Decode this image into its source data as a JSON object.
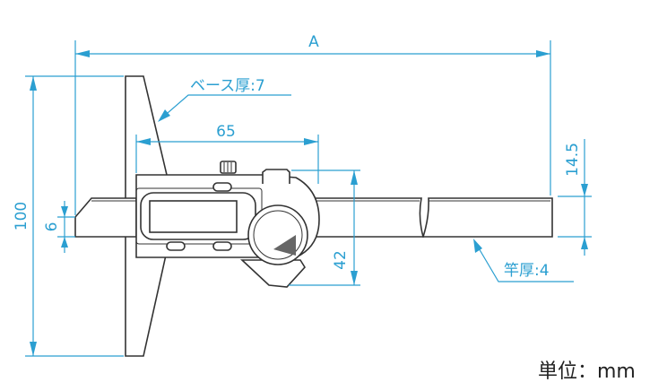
{
  "dimensions": {
    "overall_length": "A",
    "base_thickness": "ベース厚:7",
    "body_width": "65",
    "base_height": "100",
    "blade_height": "6",
    "body_depth": "42",
    "rod_width": "14.5",
    "rod_thickness": "竿厚:4"
  },
  "unit_label": "単位：mm",
  "colors": {
    "dimension": "#2b9fd1",
    "outline": "#333333"
  }
}
